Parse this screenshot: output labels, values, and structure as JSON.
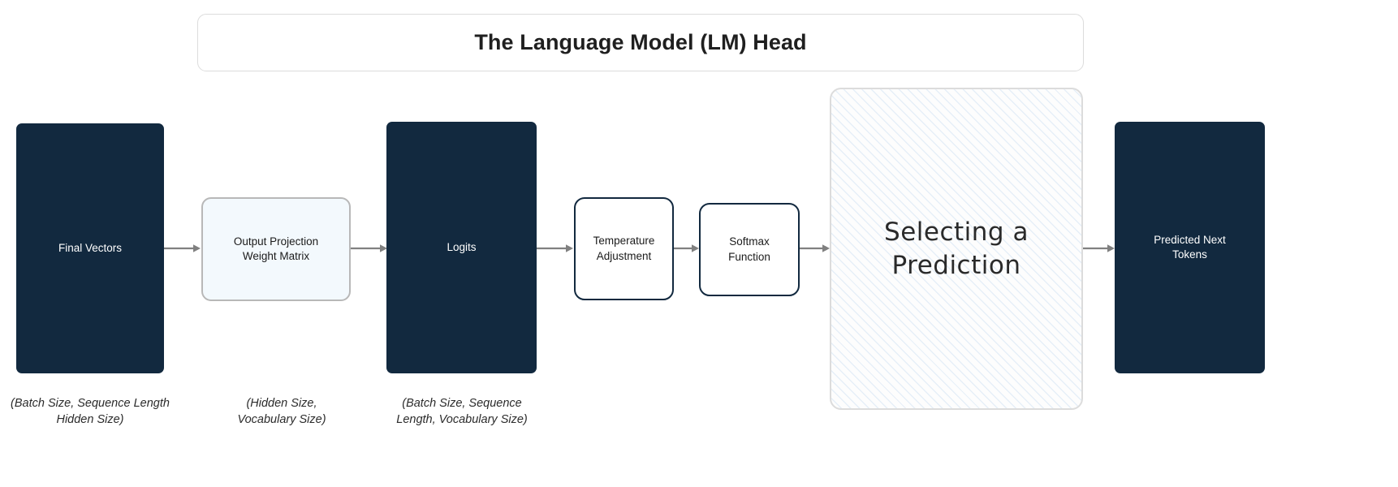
{
  "diagram": {
    "title": "The Language Model (LM) Head",
    "background_color": "#ffffff",
    "accent_dark": "#12293f",
    "accent_light": "#f3f9fd",
    "hatch_color": "#e6eff8",
    "arrow_color": "#808080"
  },
  "nodes": {
    "final_vectors": {
      "label": "Final Vectors",
      "caption": "(Batch Size, Sequence Length\nHidden Size)",
      "kind": "tensor"
    },
    "output_projection": {
      "label": "Output Projection\nWeight Matrix",
      "caption": "(Hidden Size,\nVocabulary Size)",
      "kind": "weights"
    },
    "logits": {
      "label": "Logits",
      "caption": "(Batch Size, Sequence\nLength, Vocabulary Size)",
      "kind": "tensor"
    },
    "temperature_adjustment": {
      "label": "Temperature\nAdjustment",
      "kind": "op"
    },
    "softmax_function": {
      "label": "Softmax\nFunction",
      "kind": "op"
    },
    "selecting_a_prediction": {
      "label": "Selecting a\nPrediction",
      "kind": "group"
    },
    "predicted_next_tokens": {
      "label": "Predicted Next\nTokens",
      "kind": "tensor"
    }
  },
  "edges": [
    {
      "from": "final_vectors",
      "to": "output_projection",
      "glyph": "arrow-right-icon"
    },
    {
      "from": "output_projection",
      "to": "logits",
      "glyph": "arrow-right-icon"
    },
    {
      "from": "logits",
      "to": "temperature_adjustment",
      "glyph": "arrow-right-icon"
    },
    {
      "from": "temperature_adjustment",
      "to": "softmax_function",
      "glyph": "arrow-right-icon"
    },
    {
      "from": "softmax_function",
      "to": "selecting_a_prediction",
      "glyph": "arrow-right-icon"
    },
    {
      "from": "selecting_a_prediction",
      "to": "predicted_next_tokens",
      "glyph": "arrow-right-icon"
    }
  ]
}
